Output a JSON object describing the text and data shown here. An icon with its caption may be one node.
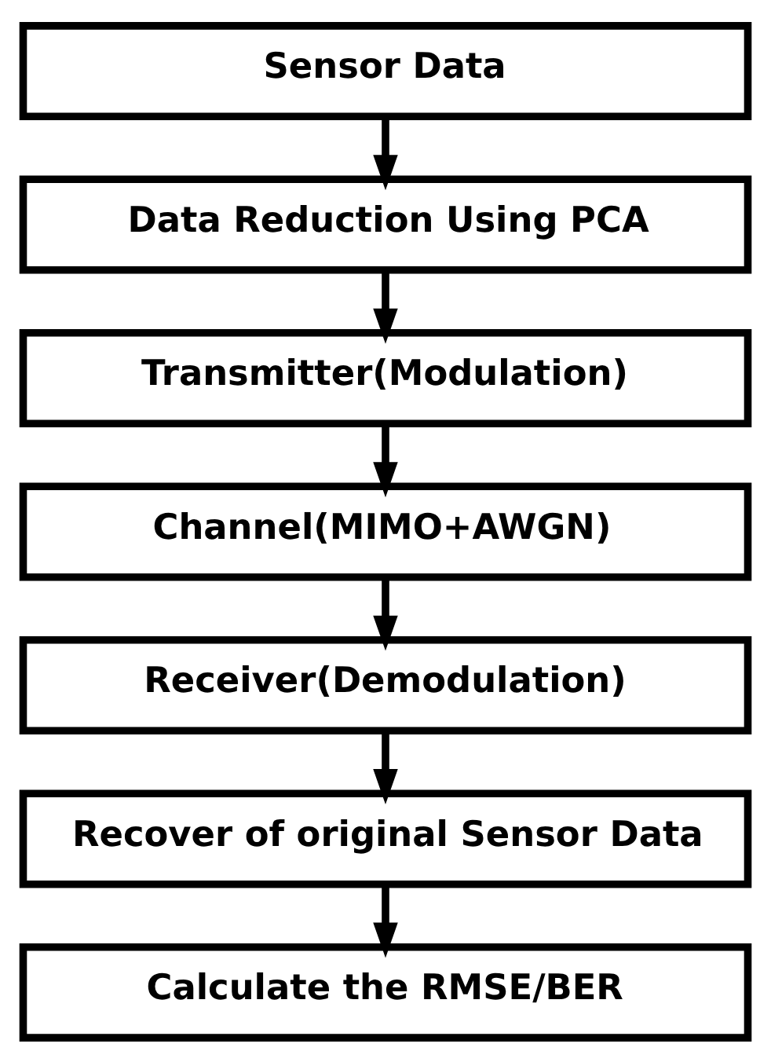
{
  "diagram": {
    "nodes": [
      {
        "text": [
          "Sensor Data"
        ]
      },
      {
        "text": [
          "Data Reduction Using PCA"
        ]
      },
      {
        "text": [
          "Transmitter(Modulation)"
        ]
      },
      {
        "text": [
          "Channel(MIMO+AWGN)"
        ]
      },
      {
        "text": [
          "Receiver(Demodulation)"
        ]
      },
      {
        "text": [
          "Recover of original Sensor Data"
        ]
      },
      {
        "text": [
          "Calculate the RMSE/BER"
        ]
      }
    ],
    "edges": [
      {
        "from": 0,
        "to": 1,
        "arrow": "to"
      },
      {
        "from": 1,
        "to": 2,
        "arrow": "to"
      },
      {
        "from": 2,
        "to": 3,
        "arrow": "to"
      },
      {
        "from": 3,
        "to": 4,
        "arrow": "to"
      },
      {
        "from": 4,
        "to": 5,
        "arrow": "to"
      },
      {
        "from": 5,
        "to": 6,
        "arrow": "to"
      }
    ]
  }
}
